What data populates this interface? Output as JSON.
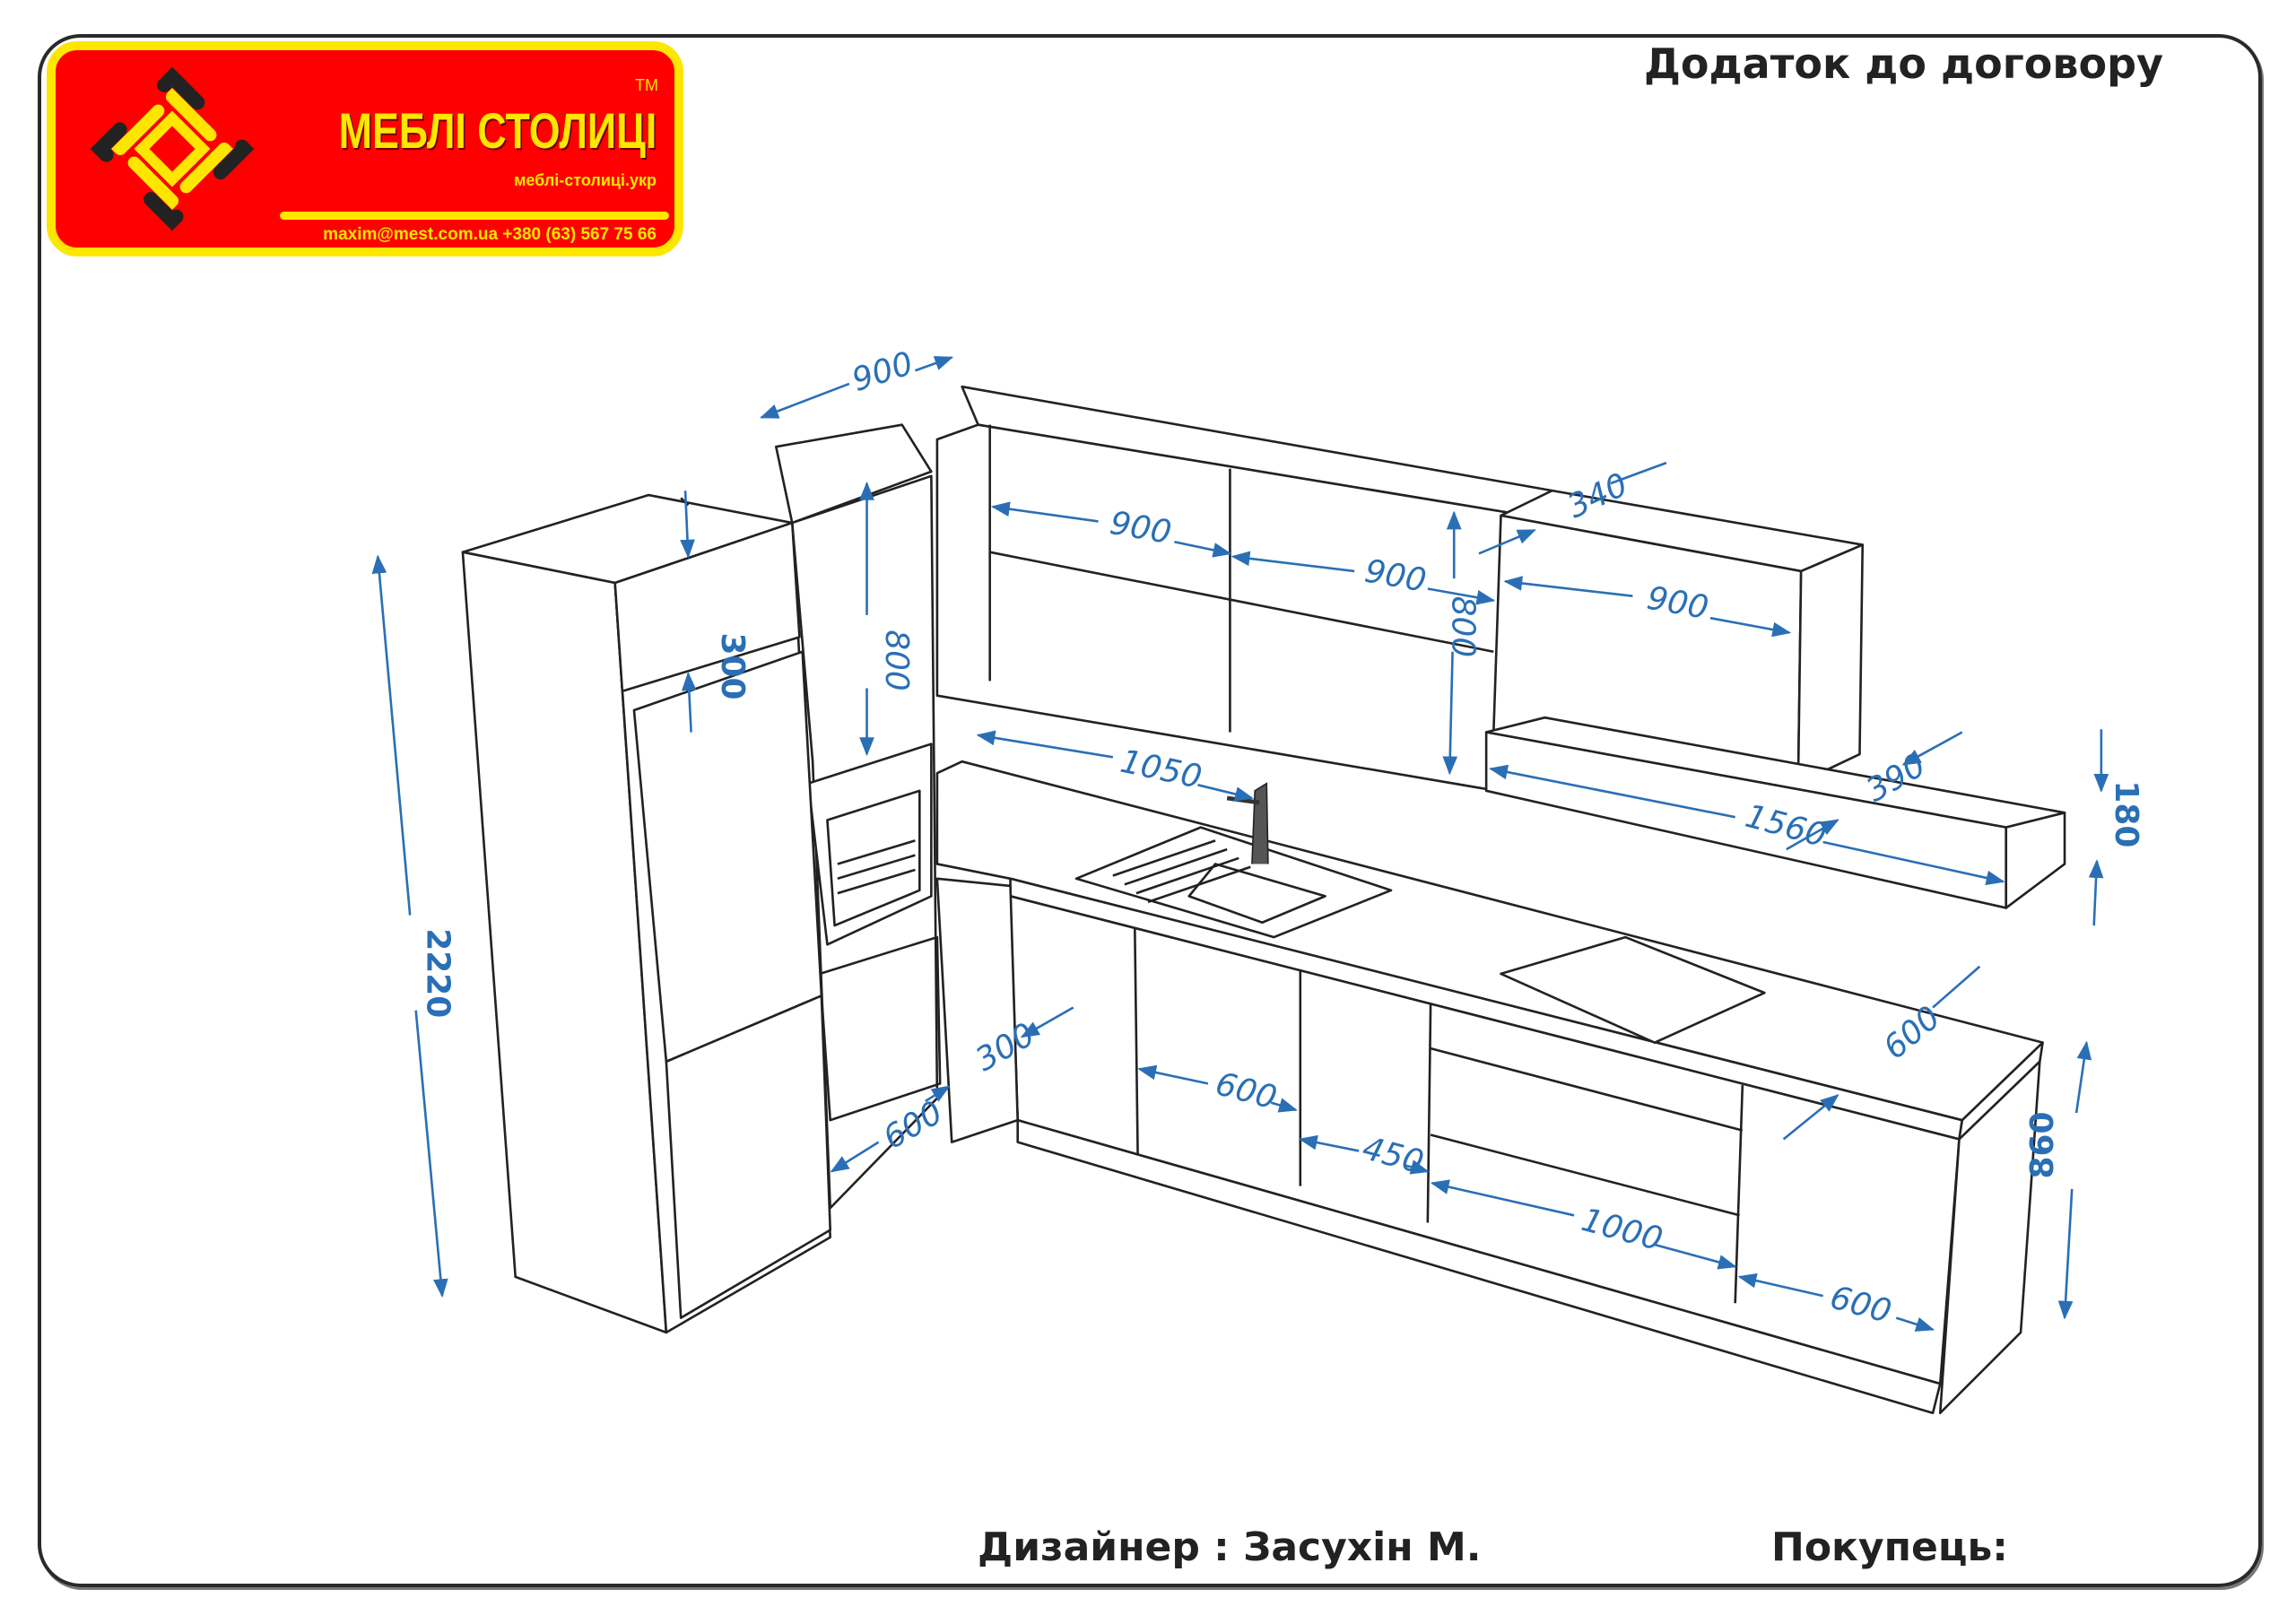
{
  "logo": {
    "brand": "МЕБЛІ СТОЛИЦІ",
    "trademark": "TM",
    "website": "меблі-столиці.укр",
    "contact": "maxim@mest.com.ua  +380 (63) 567 75 66",
    "colors": {
      "background": "#ff0000",
      "accent": "#ffe600"
    }
  },
  "header": {
    "title": "Додаток до договору"
  },
  "footer": {
    "designer": "Дизайнер : Засухін М.",
    "buyer": "Покупець:"
  },
  "dimensions": {
    "tall_depth_top": "900",
    "above_fridge_height": "300",
    "oven_column_upper_height": "800",
    "tall_height": "2220",
    "upper_1_width": "900",
    "upper_2_width": "900",
    "upper_depth": "340",
    "upper_height": "800",
    "upper_3_width": "900",
    "backsplash_width": "1050",
    "shelf_depth": "390",
    "shelf_width": "1560",
    "shelf_height": "180",
    "corner_base_width": "300",
    "oven_base_depth": "600",
    "base_1_width": "600",
    "base_2_width": "450",
    "base_drawers_width": "1000",
    "base_end_width": "600",
    "countertop_depth": "600",
    "base_height": "860"
  },
  "colors": {
    "dimension": "#2a6fb5",
    "line": "#222222"
  }
}
